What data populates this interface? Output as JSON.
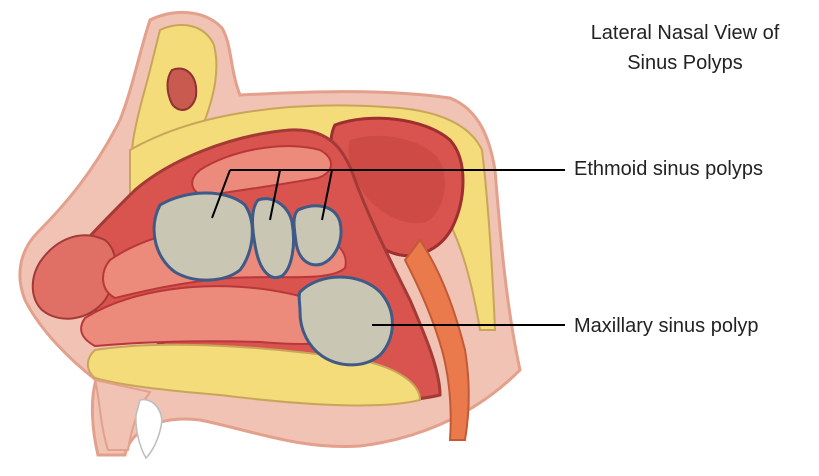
{
  "title": {
    "line1": "Lateral Nasal View of",
    "line2": "Sinus Polyps"
  },
  "labels": {
    "ethmoid": "Ethmoid sinus polyps",
    "maxillary": "Maxillary sinus polyp"
  },
  "colors": {
    "background": "#ffffff",
    "bone_yellow": "#f4dc7a",
    "skin_outline": "#e9a58e",
    "mucosa_red": "#d9544e",
    "mucosa_dark": "#b8383a",
    "mucosa_light": "#ec8a7c",
    "polyp_fill": "#c9c6b3",
    "polyp_outline": "#3f5a86",
    "leader_line": "#000000"
  },
  "structures": [
    "frontal-sinus",
    "sphenoid-sinus",
    "nasal-turbinates",
    "hard-palate",
    "incisor-tooth"
  ]
}
